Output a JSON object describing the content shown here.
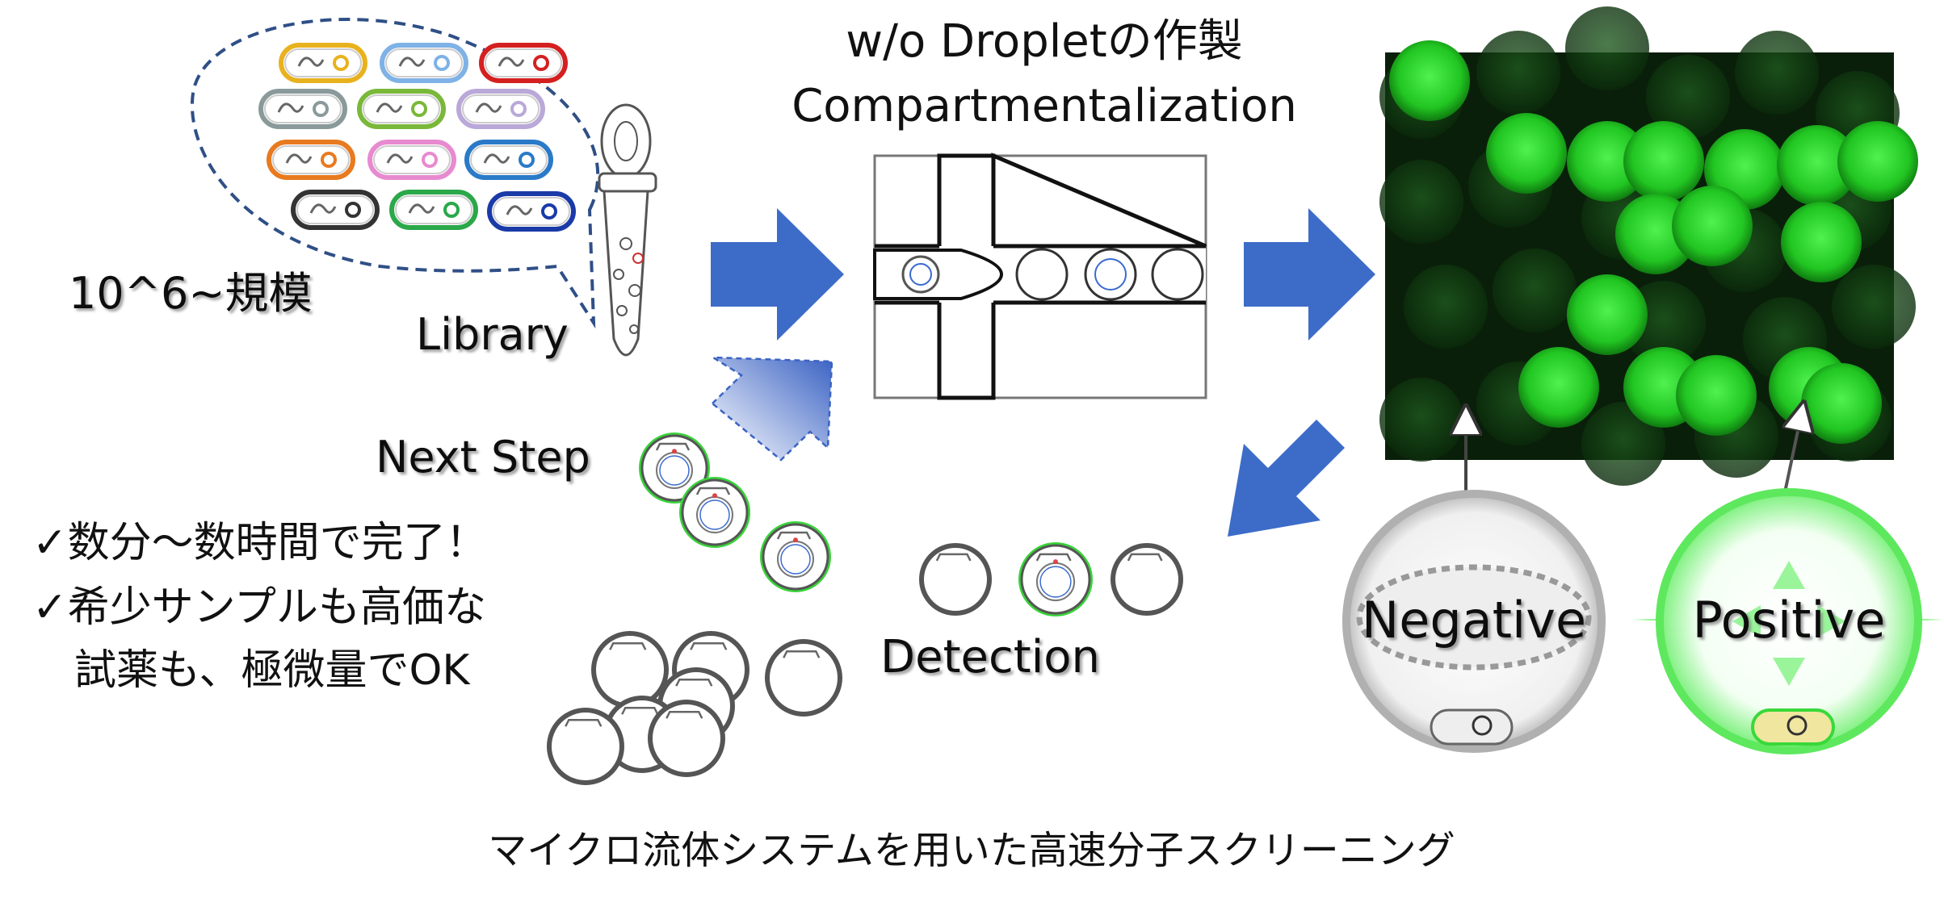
{
  "colors": {
    "arrow_blue": "#3d6cc8",
    "droplet_green": "#39d43a",
    "dark_bg": "#0a1f0a",
    "library_outline": "#2f4f86"
  },
  "labels": {
    "library_scale": "10^6~規模",
    "library": "Library",
    "title_line1": "w/o Dropletの作製",
    "title_line2": "Compartmentalization",
    "next_step": "Next Step",
    "benefit_1": "✓数分～数時間で完了！",
    "benefit_2": "✓希少サンプルも高価な",
    "benefit_3": "試薬も、極微量でOK",
    "detection": "Detection",
    "negative": "Negative",
    "positive": "Positive",
    "caption": "マイクロ流体システムを用いた高速分子スクリーニング"
  },
  "library_cells": [
    {
      "color": "#e8b21f"
    },
    {
      "color": "#7fb2e6"
    },
    {
      "color": "#d42020"
    },
    {
      "color": "#8a9a9a"
    },
    {
      "color": "#7ab83a"
    },
    {
      "color": "#b9a8d8"
    },
    {
      "color": "#e87a1f"
    },
    {
      "color": "#e88ad0"
    },
    {
      "color": "#2a7ac8"
    },
    {
      "color": "#333333"
    },
    {
      "color": "#2aa84a"
    },
    {
      "color": "#1a3aa8"
    }
  ],
  "icons": [
    "arrow-right-icon",
    "arrow-down-left-icon",
    "arrow-up-right-dashed-icon",
    "tube-icon",
    "droplet-icon",
    "plasmid-icon",
    "cell-icon"
  ]
}
